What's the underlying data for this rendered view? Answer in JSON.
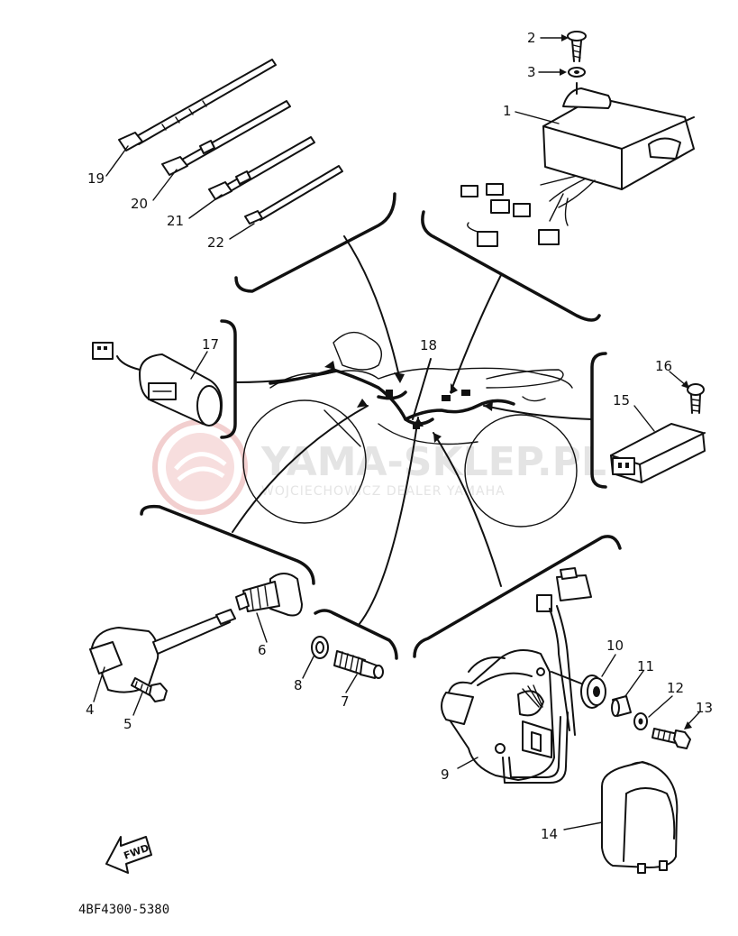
{
  "diagram": {
    "code": "4BF4300-5380",
    "fwd_label": "FWD",
    "watermark": {
      "title": "YAMA-SKLEP.PL",
      "subtitle": "WOJCIECHOWICZ DEALER YAMAHA",
      "color": "#e8a8a8"
    },
    "part_numbers": {
      "p1": "1",
      "p2": "2",
      "p3": "3",
      "p4": "4",
      "p5": "5",
      "p6": "6",
      "p7": "7",
      "p8": "8",
      "p9": "9",
      "p10": "10",
      "p11": "11",
      "p12": "12",
      "p13": "13",
      "p14": "14",
      "p15": "15",
      "p16": "16",
      "p17": "17",
      "p18": "18",
      "p19": "19",
      "p20": "20",
      "p21": "21",
      "p22": "22"
    }
  }
}
